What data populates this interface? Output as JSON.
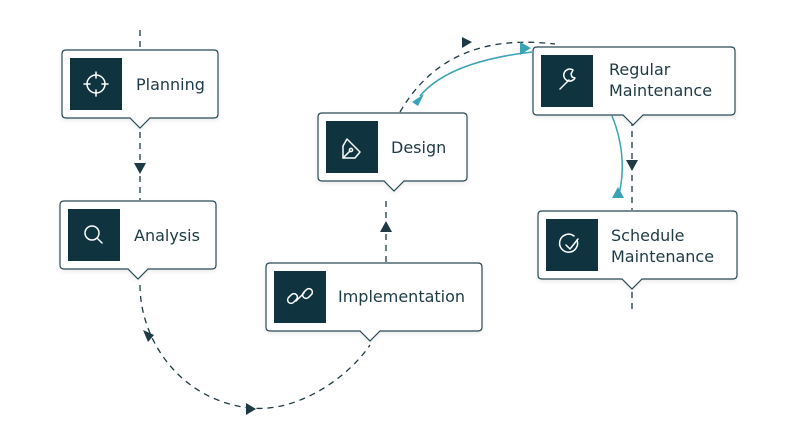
{
  "colors": {
    "box_border": "#2b4a55",
    "box_fill": "#ffffff",
    "icon_tile": "#0f3440",
    "icon_stroke": "#ffffff",
    "text": "#1e3a44",
    "dashed_connector": "#1e3a44",
    "accent_connector": "#3aa3b5"
  },
  "nodes": [
    {
      "id": "planning",
      "label_lines": [
        "Planning"
      ],
      "icon": "crosshair-icon"
    },
    {
      "id": "analysis",
      "label_lines": [
        "Analysis"
      ],
      "icon": "search-icon"
    },
    {
      "id": "implementation",
      "label_lines": [
        "Implementation"
      ],
      "icon": "link-icon"
    },
    {
      "id": "design",
      "label_lines": [
        "Design"
      ],
      "icon": "pen-nib-icon"
    },
    {
      "id": "regular-maintenance",
      "label_lines": [
        "Regular",
        "Maintenance"
      ],
      "icon": "wrench-icon"
    },
    {
      "id": "schedule-maintenance",
      "label_lines": [
        "Schedule",
        "Maintenance"
      ],
      "icon": "check-circle-icon"
    }
  ]
}
